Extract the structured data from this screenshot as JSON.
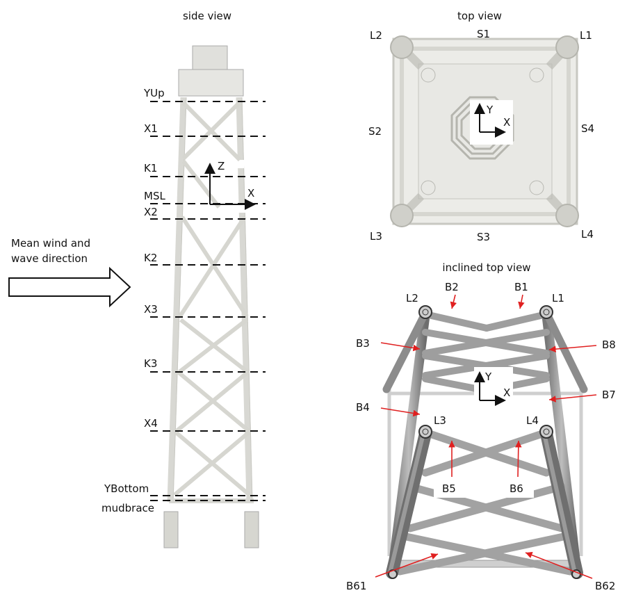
{
  "titles": {
    "side": "side view",
    "top": "top view",
    "inclined": "inclined top view"
  },
  "side_levels": [
    "YUp",
    "X1",
    "K1",
    "MSL",
    "X2",
    "K2",
    "X3",
    "K3",
    "X4",
    "YBottom",
    "mudbrace"
  ],
  "side_axes": {
    "z": "Z",
    "x": "X"
  },
  "wind_label": {
    "line1": "Mean wind and",
    "line2": "wave direction"
  },
  "top_legs": {
    "l1": "L1",
    "l2": "L2",
    "l3": "L3",
    "l4": "L4"
  },
  "top_sides": {
    "s1": "S1",
    "s2": "S2",
    "s3": "S3",
    "s4": "S4"
  },
  "top_axes": {
    "y": "Y",
    "x": "X"
  },
  "inclined_legs": {
    "l1": "L1",
    "l2": "L2",
    "l3": "L3",
    "l4": "L4"
  },
  "inclined_axes": {
    "y": "Y",
    "x": "X"
  },
  "braces": {
    "b1": "B1",
    "b2": "B2",
    "b3": "B3",
    "b4": "B4",
    "b5": "B5",
    "b6": "B6",
    "b7": "B7",
    "b8": "B8",
    "b61": "B61",
    "b62": "B62"
  },
  "colors": {
    "structure": "#d9d9d4",
    "member": "#a9a9a9",
    "arrow_red": "#e02020"
  }
}
